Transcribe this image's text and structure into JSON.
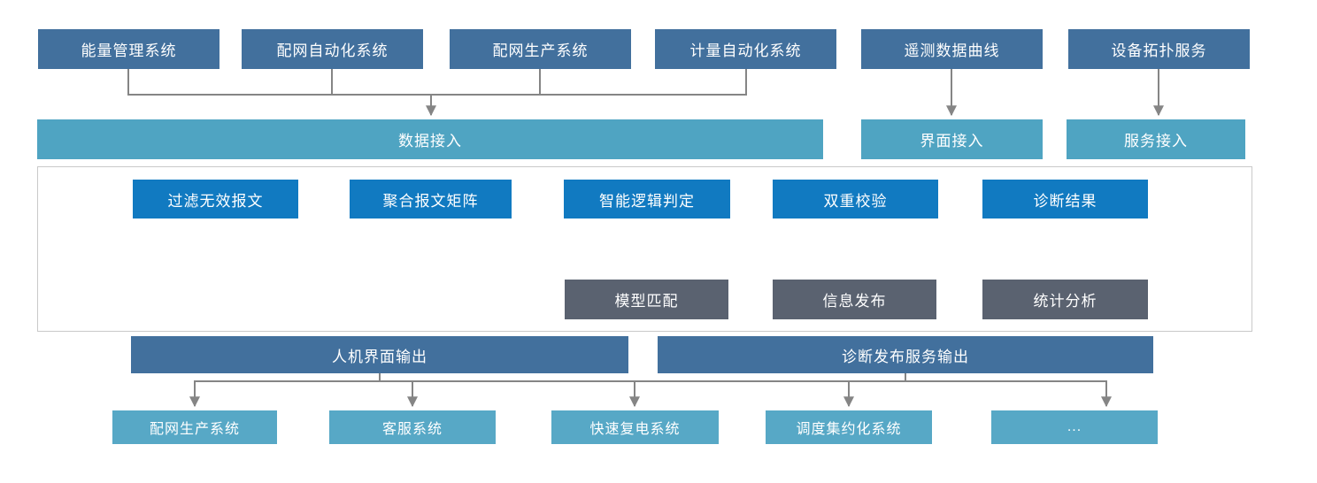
{
  "diagram": {
    "source_systems": [
      {
        "label": "能量管理系统"
      },
      {
        "label": "配网自动化系统"
      },
      {
        "label": "配网生产系统"
      },
      {
        "label": "计量自动化系统"
      },
      {
        "label": "遥测数据曲线"
      },
      {
        "label": "设备拓扑服务"
      }
    ],
    "access_layer": [
      {
        "label": "数据接入"
      },
      {
        "label": "界面接入"
      },
      {
        "label": "服务接入"
      }
    ],
    "process_flow": [
      {
        "label": "过滤无效报文"
      },
      {
        "label": "聚合报文矩阵"
      },
      {
        "label": "智能逻辑判定"
      },
      {
        "label": "双重校验"
      },
      {
        "label": "诊断结果"
      }
    ],
    "diagnosis_outputs": [
      {
        "label": "模型匹配"
      },
      {
        "label": "信息发布"
      },
      {
        "label": "统计分析"
      }
    ],
    "output_channels": [
      {
        "label": "人机界面输出"
      },
      {
        "label": "诊断发布服务输出"
      }
    ],
    "target_systems": [
      {
        "label": "配网生产系统"
      },
      {
        "label": "客服系统"
      },
      {
        "label": "快速复电系统"
      },
      {
        "label": "调度集约化系统"
      },
      {
        "label": "..."
      }
    ],
    "colors": {
      "source_box": "#42709d",
      "access_box": "#4fa4c2",
      "process_box": "#117ac1",
      "gray_box": "#5a6270",
      "output_header": "#42709d",
      "target_box": "#57a8c6",
      "connector": "#858585",
      "frame_border": "#c9c9c9"
    }
  }
}
